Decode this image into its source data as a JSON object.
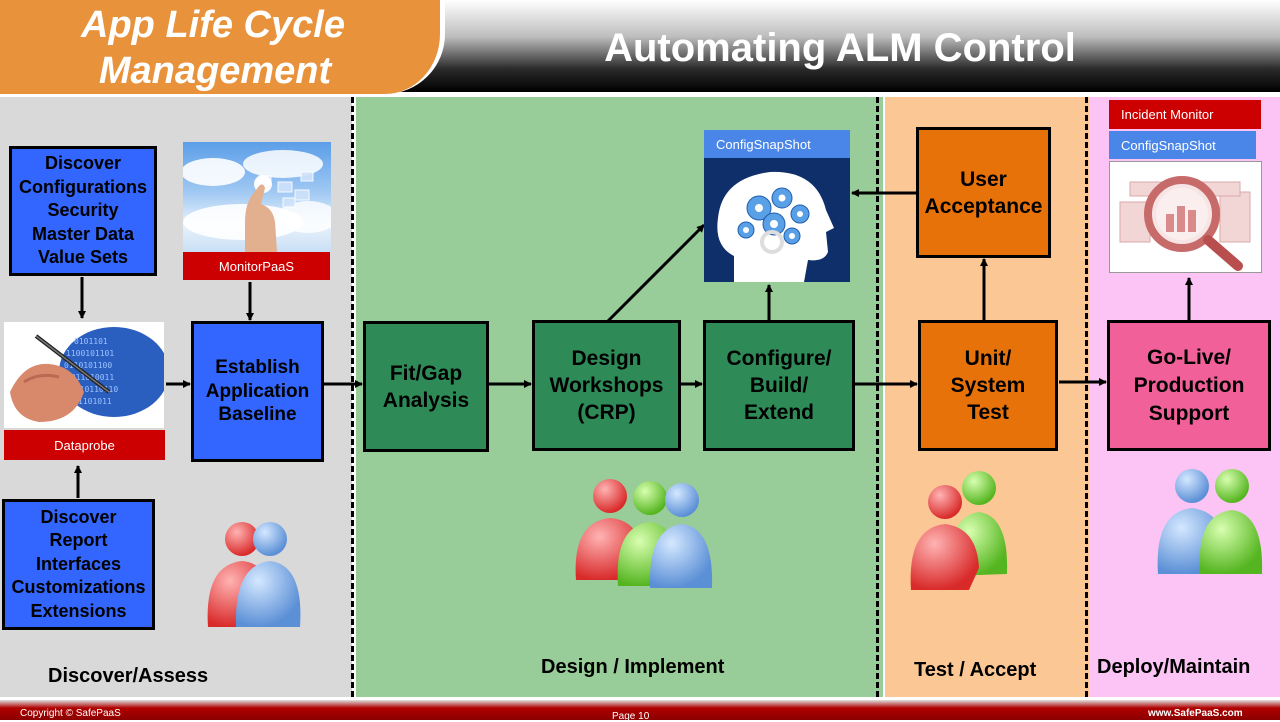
{
  "header": {
    "left_title_line1": "App Life Cycle",
    "left_title_line2": "Management",
    "main_title": "Automating ALM Control"
  },
  "labels": {
    "monitor_paas": "MonitorPaaS",
    "dataprobe": "Dataprobe",
    "config_snapshot_top": "ConfigSnapShot",
    "incident_monitor": "Incident Monitor",
    "config_snapshot_right": "ConfigSnapShot"
  },
  "boxes": {
    "discover_config": [
      "Discover",
      "Configurations",
      "Security",
      "Master Data",
      "Value Sets"
    ],
    "discover_report": [
      "Discover",
      "Report",
      "Interfaces",
      "Customizations",
      "Extensions"
    ],
    "establish": [
      "Establish",
      "Application",
      "Baseline"
    ],
    "fitgap": [
      "Fit/Gap",
      "Analysis"
    ],
    "design": [
      "Design",
      "Workshops",
      "(CRP)"
    ],
    "configure": [
      "Configure/",
      "Build/",
      "Extend"
    ],
    "unit": [
      "Unit/",
      "System",
      "Test"
    ],
    "uat": [
      "User",
      "Acceptance"
    ],
    "golive": [
      "Go-Live/",
      "Production",
      "Support"
    ]
  },
  "phases": {
    "discover": "Discover/Assess",
    "design": "Design / Implement",
    "test": "Test / Accept",
    "deploy": "Deploy/Maintain"
  },
  "footer": {
    "copyright": "Copyright © SafePaaS",
    "page": "Page 10",
    "website": "www.SafePaaS.com"
  },
  "colors": {
    "discover_bg": "#d9d9d9",
    "design_bg": "#98cc98",
    "test_bg": "#fbc895",
    "deploy_bg": "#fbc4f4",
    "blue_box": "#3366ff",
    "green_box": "#2e8b57",
    "orange_box": "#e8720a",
    "pink_box": "#f2609a",
    "red_label": "#cc0000",
    "blue_label": "#4a86e8",
    "header_orange": "#e8923c",
    "footer_red": "#b00000"
  },
  "icons": [
    "cloud-touch-image",
    "pen-binary-image",
    "gear-head-image",
    "magnifier-report-image",
    "people-icon"
  ]
}
